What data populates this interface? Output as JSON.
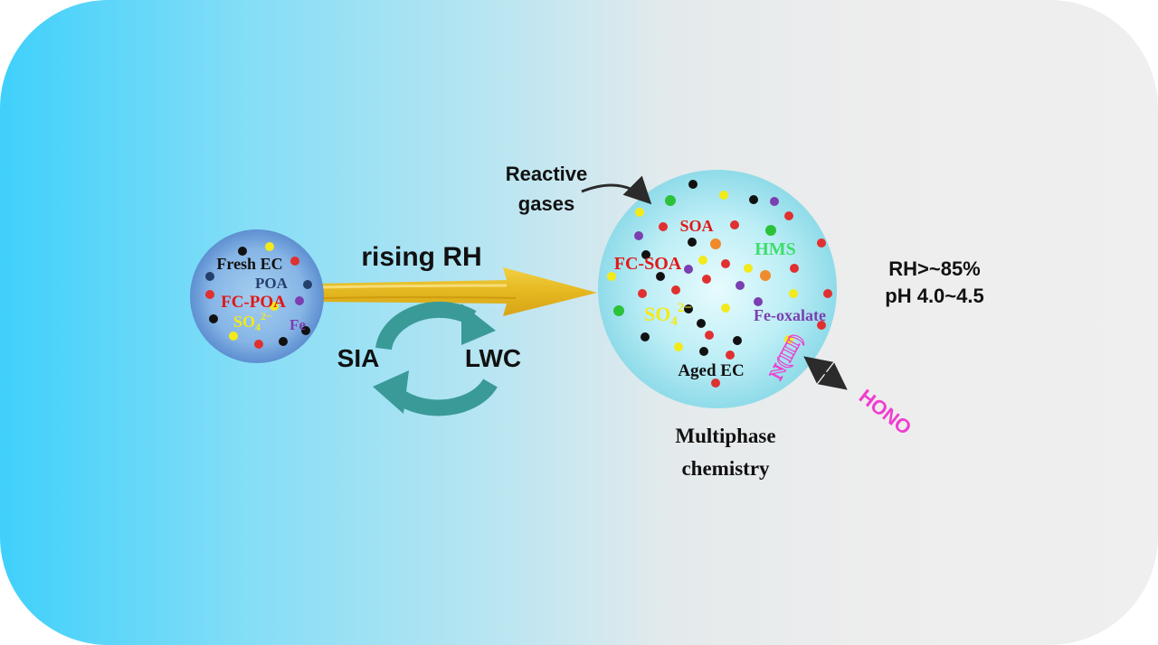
{
  "diagram": {
    "process_label": "rising RH",
    "cycle": {
      "left_label": "SIA",
      "right_label": "LWC"
    },
    "small": {
      "fresh_ec": "Fresh EC",
      "poa": "POA",
      "fc_poa": "FC-POA",
      "sulfate_base": "SO",
      "sulfate_sub": "4",
      "sulfate_sup": "2−",
      "fe": "Fe"
    },
    "big": {
      "soa": "SOA",
      "hms": "HMS",
      "fc_soa": "FC-SOA",
      "sulfate_base": "SO",
      "sulfate_sub": "4",
      "sulfate_sup": "2−",
      "fe_oxalate": "Fe-oxalate",
      "aged_ec": "Aged EC",
      "nitrite": "N(III)"
    },
    "reactive_gases_line1": "Reactive",
    "reactive_gases_line2": "gases",
    "conditions": {
      "rh": "RH>~85%",
      "ph": "pH 4.0~4.5"
    },
    "hono": "HONO",
    "caption_line1": "Multiphase",
    "caption_line2": "chemistry"
  },
  "colors": {
    "black_dot": "#111111",
    "yellow_dot": "#f2ea1a",
    "red_dot": "#e03030",
    "navy_dot": "#253f6b",
    "purple_dot": "#7a3fb0",
    "green_dot": "#2bc23a",
    "orange_dot": "#f08a2a",
    "teal_cycle": "#3a9a98",
    "magenta": "#ee3fd0"
  }
}
